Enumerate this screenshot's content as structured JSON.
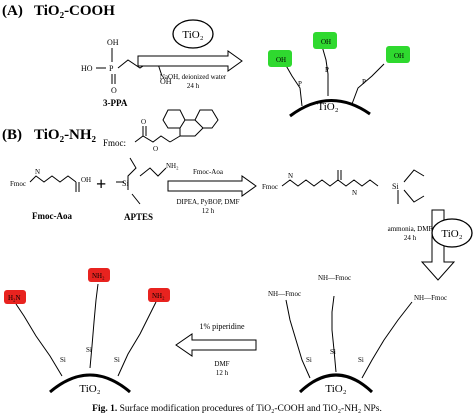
{
  "section_a": {
    "letter": "(A)",
    "title": "TiO₂-COOH",
    "reactant_label": "3-PPA",
    "condition_top": "NaOH, deionized water",
    "condition_bottom": "24 h",
    "tio2": "TiO₂",
    "oh": "OH",
    "ho": "HO",
    "o": "O",
    "p": "P"
  },
  "section_b": {
    "letter": "(B)",
    "title": "TiO₂-NH₂",
    "fmoc_label": "Fmoc:",
    "fmoc_word": "Fmoc",
    "fmoc_aoa_label": "Fmoc-Aoa",
    "aptes_label": "APTES",
    "plus": "+",
    "nh": "N",
    "h": "H",
    "nh2": "NH₂",
    "si": "Si",
    "o": "O",
    "arrow1_top": "Fmoc-Aoa",
    "arrow1_mid": "DIPEA, PyBOP, DMF",
    "arrow1_bottom": "12 h",
    "arrow2_top": "ammonia, DMF",
    "arrow2_bottom": "24 h",
    "arrow3_top": "1% piperidine",
    "arrow3_mid": "DMF",
    "arrow3_bottom": "12 h",
    "nh_fmoc": "NH—Fmoc",
    "h2n": "H₂N",
    "tio2": "TiO₂"
  },
  "caption": {
    "fig": "Fig. 1.",
    "text": "Surface modification procedures of TiO₂-COOH and TiO₂-NH₂ NPs."
  },
  "colors": {
    "cooh_highlight": "#2fd92f",
    "amine_highlight": "#e8231f",
    "stroke": "#000000"
  }
}
